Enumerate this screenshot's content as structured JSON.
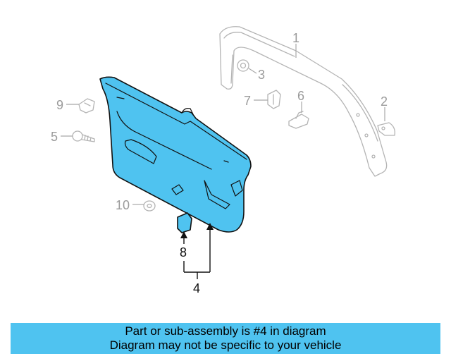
{
  "callouts": {
    "c1": "1",
    "c2": "2",
    "c3": "3",
    "c4": "4",
    "c5": "5",
    "c6": "6",
    "c7": "7",
    "c8": "8",
    "c9": "9",
    "c10": "10"
  },
  "caption": {
    "line1": "Part or sub-assembly is #4 in diagram",
    "line2": "Diagram may not be specific to your vehicle"
  },
  "colors": {
    "highlight": "#4fc3f0",
    "outline": "#111111",
    "ghost": "#b4b4b4"
  }
}
